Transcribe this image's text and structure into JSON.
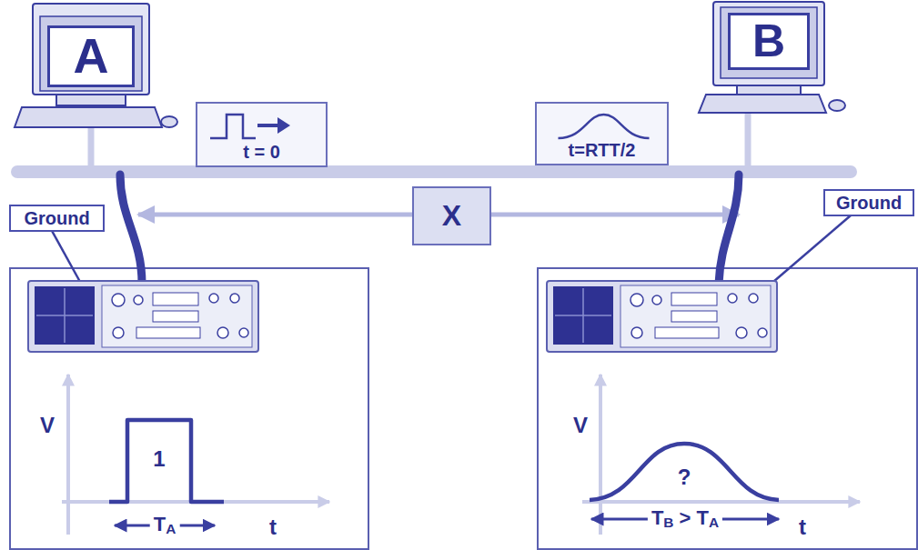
{
  "diagram": {
    "nodes": [
      {
        "text": [
          "A"
        ]
      },
      {
        "text": [
          "B"
        ]
      },
      {
        "text": [
          "t = 0"
        ]
      },
      {
        "text": [
          "t=RTT/2"
        ]
      },
      {
        "text": [
          "X"
        ]
      },
      {
        "text": [
          "Ground"
        ]
      },
      {
        "text": [
          "Ground"
        ]
      }
    ],
    "labels": [
      "V",
      "1",
      "TA",
      "t",
      "V",
      "?",
      "TB > TA",
      "t"
    ]
  }
}
